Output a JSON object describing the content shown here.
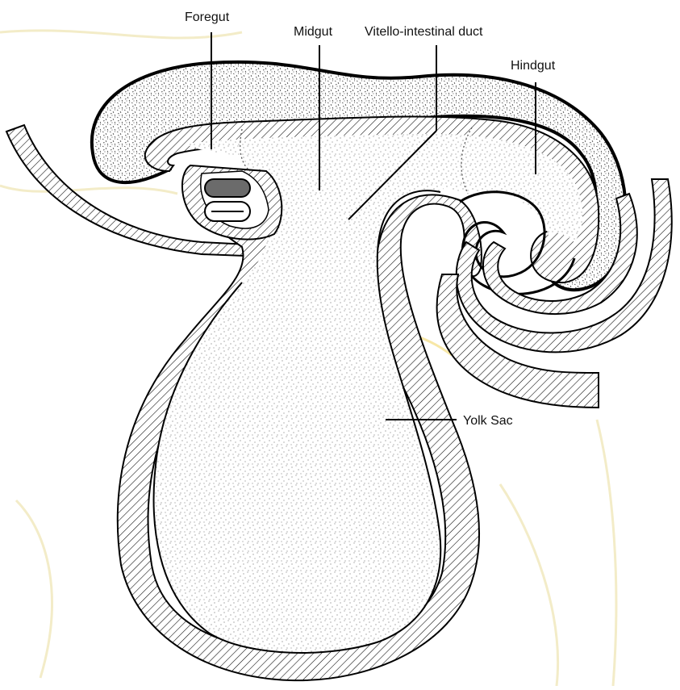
{
  "labels": {
    "foregut": "Foregut",
    "midgut": "Midgut",
    "vitello": "Vitello-intestinal duct",
    "hindgut": "Hindgut",
    "yolk_sac": "Yolk Sac"
  },
  "colors": {
    "outline": "#000000",
    "background_watermark": "#f3ecc8",
    "accent_watermark": "#f7e7a6",
    "notochord": "#6b6b6b",
    "stipple": "#4a4a4a"
  }
}
